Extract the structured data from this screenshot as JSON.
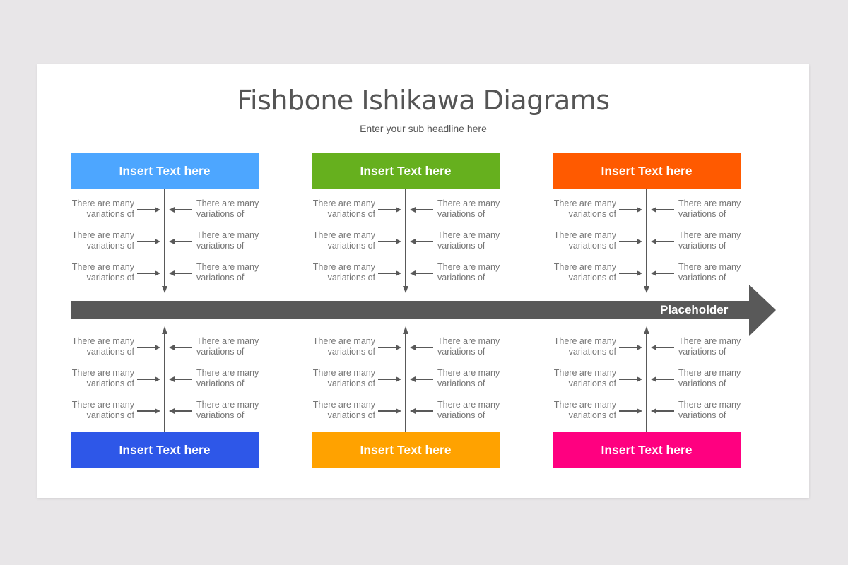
{
  "title": "Fishbone Ishikawa Diagrams",
  "subtitle": "Enter your sub headline here",
  "spine": {
    "label": "Placeholder",
    "color": "#595959"
  },
  "arrow_color": "#595959",
  "categories": [
    {
      "label": "Insert Text here",
      "color": "#4da6ff",
      "position": "top",
      "causes": [
        {
          "left": "There are many variations of",
          "right": "There are many variations of"
        },
        {
          "left": "There are many variations of",
          "right": "There are many variations of"
        },
        {
          "left": "There are many variations of",
          "right": "There are many variations of"
        }
      ]
    },
    {
      "label": "Insert Text here",
      "color": "#66b01e",
      "position": "top",
      "causes": [
        {
          "left": "There are many variations of",
          "right": "There are many variations of"
        },
        {
          "left": "There are many variations of",
          "right": "There are many variations of"
        },
        {
          "left": "There are many variations of",
          "right": "There are many variations of"
        }
      ]
    },
    {
      "label": "Insert Text here",
      "color": "#ff5a00",
      "position": "top",
      "causes": [
        {
          "left": "There are many variations of",
          "right": "There are many variations of"
        },
        {
          "left": "There are many variations of",
          "right": "There are many variations of"
        },
        {
          "left": "There are many variations of",
          "right": "There are many variations of"
        }
      ]
    },
    {
      "label": "Insert Text here",
      "color": "#2e57e8",
      "position": "bottom",
      "causes": [
        {
          "left": "There are many variations of",
          "right": "There are many variations of"
        },
        {
          "left": "There are many variations of",
          "right": "There are many variations of"
        },
        {
          "left": "There are many variations of",
          "right": "There are many variations of"
        }
      ]
    },
    {
      "label": "Insert Text here",
      "color": "#ffa200",
      "position": "bottom",
      "causes": [
        {
          "left": "There are many variations of",
          "right": "There are many variations of"
        },
        {
          "left": "There are many variations of",
          "right": "There are many variations of"
        },
        {
          "left": "There are many variations of",
          "right": "There are many variations of"
        }
      ]
    },
    {
      "label": "Insert Text here",
      "color": "#ff0080",
      "position": "bottom",
      "causes": [
        {
          "left": "There are many variations of",
          "right": "There are many variations of"
        },
        {
          "left": "There are many variations of",
          "right": "There are many variations of"
        },
        {
          "left": "There are many variations of",
          "right": "There are many variations of"
        }
      ]
    }
  ]
}
